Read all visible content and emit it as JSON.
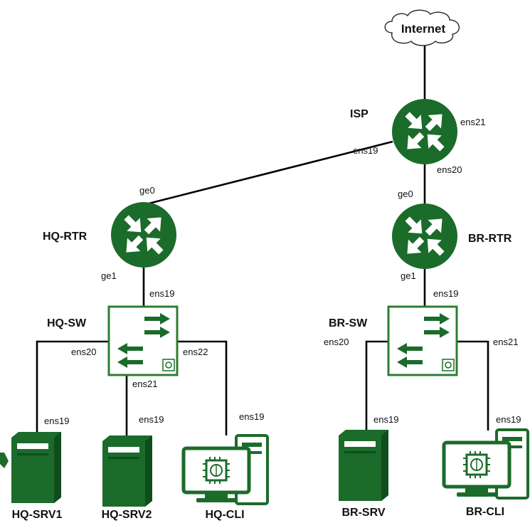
{
  "internet": {
    "label": "Internet",
    "icon": "cloud-icon"
  },
  "nodes": {
    "isp": {
      "label": "ISP",
      "ports": {
        "ens21": "ens21",
        "ens19": "ens19",
        "ens20": "ens20"
      }
    },
    "hq_rtr": {
      "label": "HQ-RTR",
      "ports": {
        "ge0": "ge0",
        "ge1": "ge1"
      }
    },
    "br_rtr": {
      "label": "BR-RTR",
      "ports": {
        "ge0": "ge0",
        "ge1": "ge1"
      }
    },
    "hq_sw": {
      "label": "HQ-SW",
      "ports": {
        "ens19": "ens19",
        "ens20": "ens20",
        "ens21": "ens21",
        "ens22": "ens22"
      }
    },
    "br_sw": {
      "label": "BR-SW",
      "ports": {
        "ens19": "ens19",
        "ens20": "ens20",
        "ens21": "ens21"
      }
    },
    "hq_srv1": {
      "label": "HQ-SRV1",
      "port": "ens19"
    },
    "hq_srv2": {
      "label": "HQ-SRV2",
      "port": "ens19"
    },
    "hq_cli": {
      "label": "HQ-CLI",
      "port": "ens19"
    },
    "br_srv": {
      "label": "BR-SRV",
      "port": "ens19"
    },
    "br_cli": {
      "label": "BR-CLI",
      "port": "ens19"
    }
  },
  "colors": {
    "device_green": "#1b6b2a",
    "switch_border": "#2e7d32",
    "line": "#000000"
  }
}
